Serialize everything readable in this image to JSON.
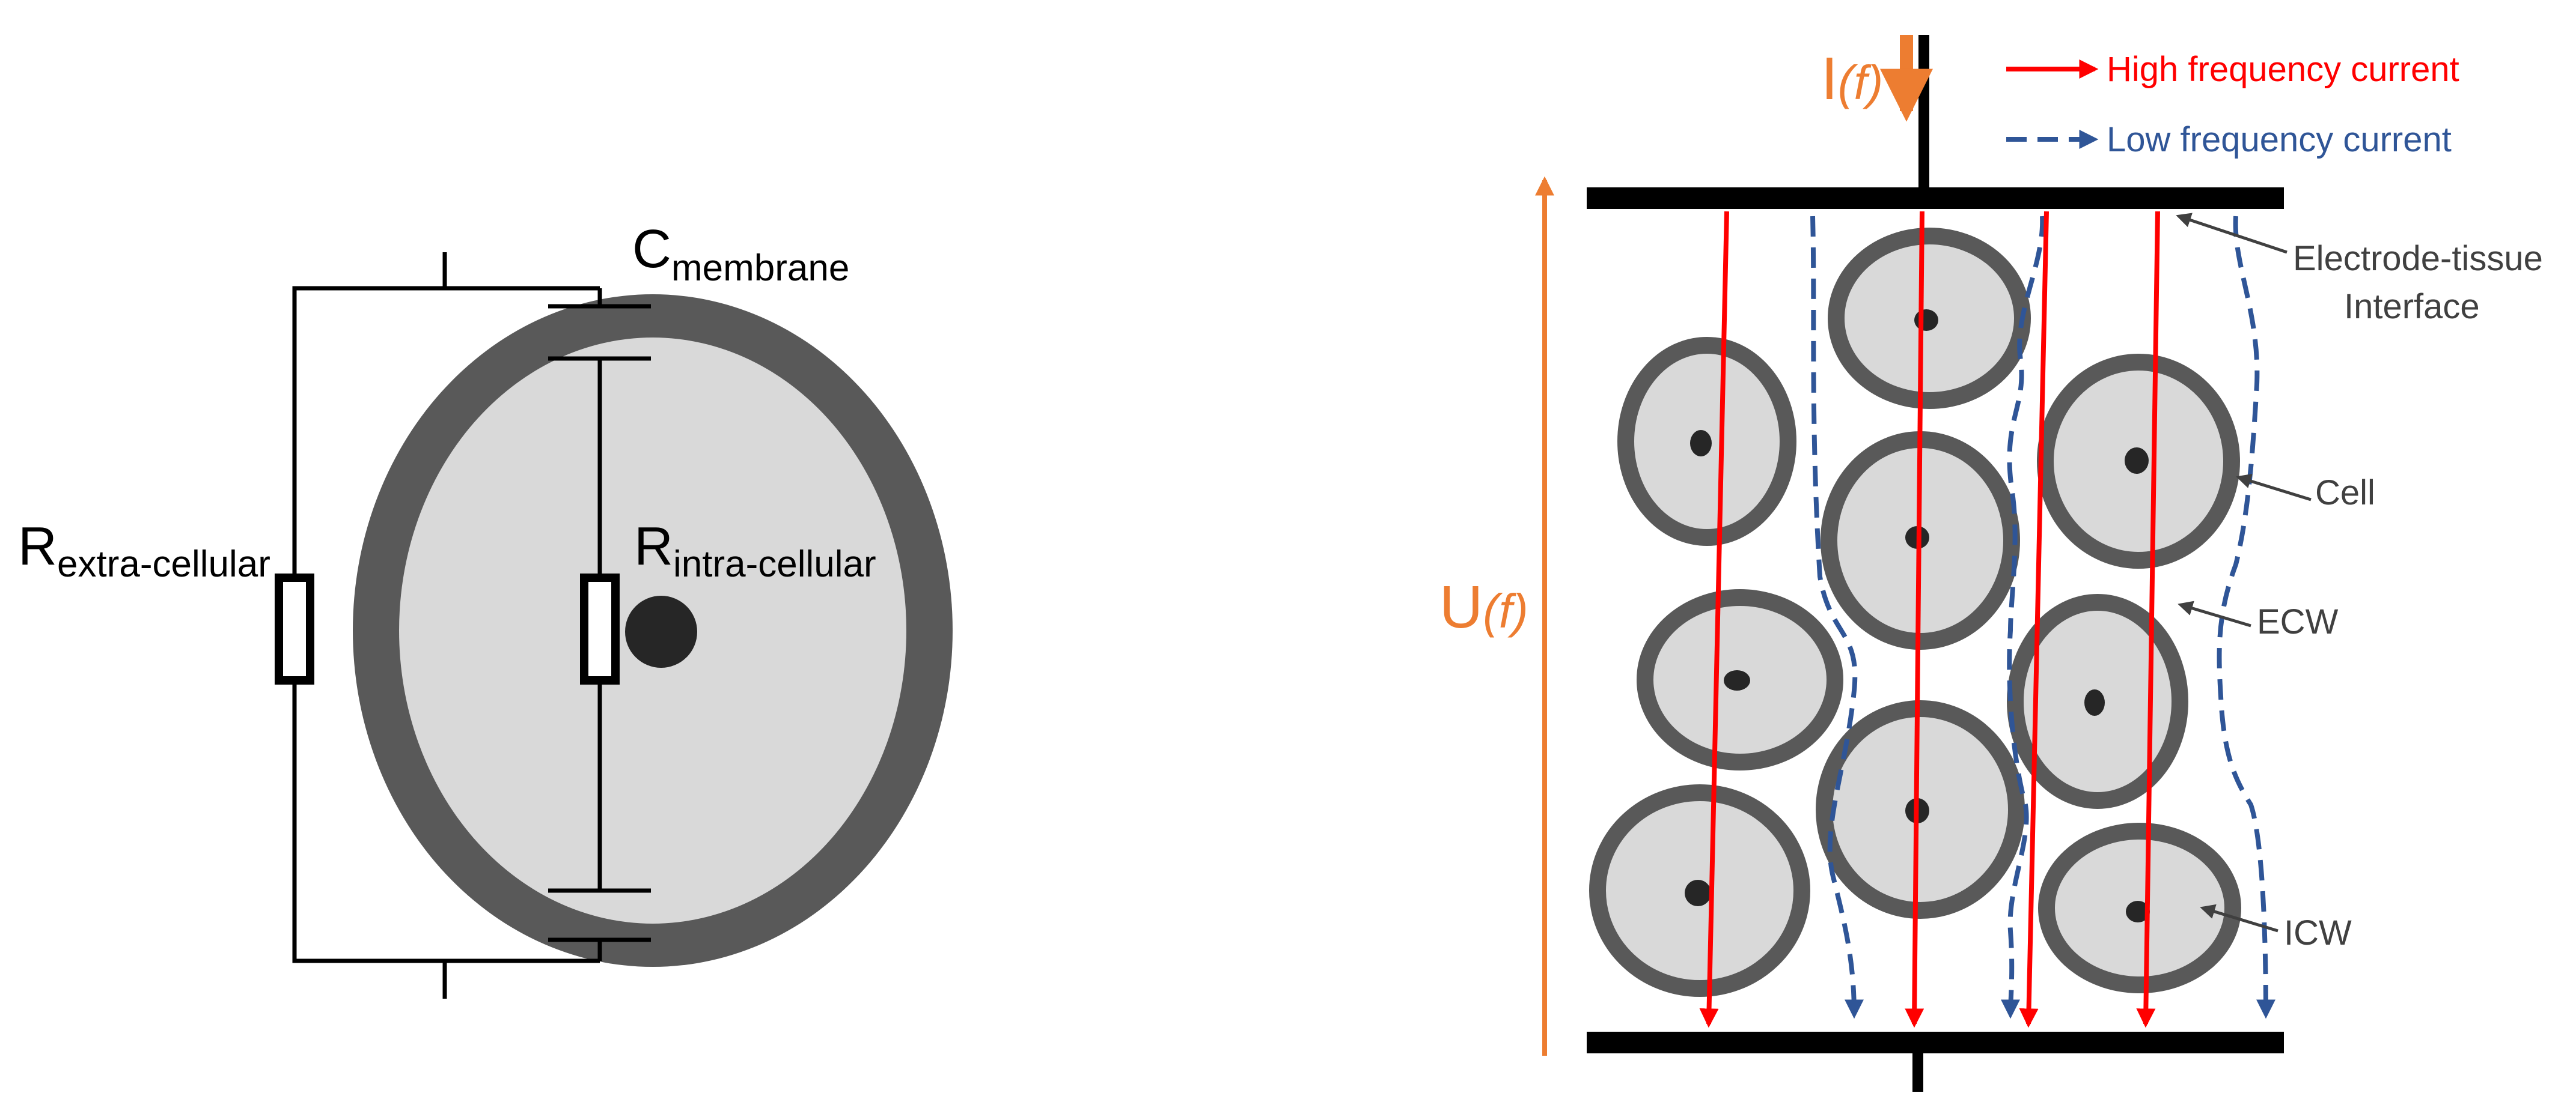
{
  "left_panel": {
    "capacitor_label": {
      "main": "C",
      "sub": "membrane"
    },
    "extra_resistor_label": {
      "main": "R",
      "sub": "extra-cellular"
    },
    "intra_resistor_label": {
      "main": "R",
      "sub": "intra-cellular"
    }
  },
  "right_panel": {
    "current_label": {
      "main": "I",
      "arg": "(f)"
    },
    "voltage_label": {
      "main": "U",
      "arg": "(f)"
    },
    "legend": {
      "high": "High frequency current",
      "low": "Low frequency current"
    },
    "annotations": {
      "interface_line1": "Electrode-tissue",
      "interface_line2": "Interface",
      "cell": "Cell",
      "ecw": "ECW",
      "icw": "ICW"
    }
  },
  "colors": {
    "membrane": "#595959",
    "cytoplasm": "#d9d9d9",
    "nucleus": "#262626",
    "high_current": "#ff0000",
    "low_current": "#2f5597",
    "source": "#ed7d31",
    "annotation_text": "#404040"
  }
}
